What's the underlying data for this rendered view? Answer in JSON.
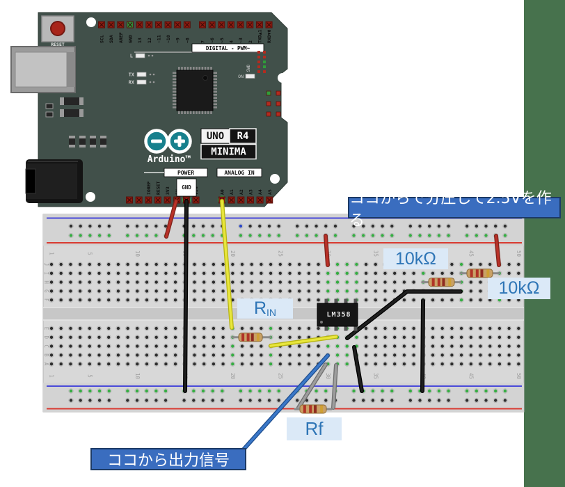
{
  "annotations": {
    "divider": {
      "text": "ココからで分圧して2.5Vを作る"
    },
    "output": {
      "text": "ココから出力信号"
    },
    "r_in": {
      "main": "R",
      "sub": "IN"
    },
    "r10k_top": {
      "text": "10kΩ"
    },
    "r10k_bottom": {
      "text": "10kΩ"
    },
    "rf": {
      "text": "Rf"
    }
  },
  "arduino": {
    "brand": "Arduino™",
    "badge": {
      "uno": "UNO",
      "r4": "R4",
      "minima": "MINIMA"
    },
    "reset_label": "RESET",
    "digital_label": "DIGITAL  -  PWM~",
    "power_label": "POWER",
    "analog_label": "ANALOG IN",
    "gnd_label": "GND",
    "on_label": "ON",
    "swd_label": "SWD",
    "led_l": "L",
    "led_tx": "TX",
    "led_rx": "RX",
    "top_pins": [
      "SCL",
      "SDA",
      "AREF",
      "GND",
      "13",
      "12",
      "~11",
      "~10",
      "~9",
      "~8",
      "7",
      "~6",
      "~5",
      "4",
      "~3",
      "2",
      "TXD▲1",
      "RXD▼0"
    ],
    "power_pins": [
      "IOREF",
      "RESET",
      "3V3",
      "5V",
      "GND",
      "VIN"
    ],
    "analog_pins": [
      "A0",
      "A1",
      "A2",
      "A3",
      "A4",
      "A5"
    ]
  },
  "breadboard": {
    "row_letters_top": [
      "J",
      "I",
      "H",
      "G",
      "F"
    ],
    "row_letters_bottom": [
      "E",
      "D",
      "C",
      "B",
      "A"
    ],
    "column_numbers": [
      "1",
      "5",
      "10",
      "15",
      "20",
      "25",
      "30",
      "35",
      "40",
      "45",
      "50"
    ],
    "ic_label": "LM358"
  },
  "colors": {
    "sidebar_green": "#47724d",
    "note_fill": "#3a6dbf",
    "note_border": "#1c3a66",
    "note_text": "#ffffff",
    "chip_fill": "#dbe9f7",
    "chip_text": "#2e75b6",
    "pcb_green": "#41504a",
    "logo_teal": "#17808d",
    "breadboard_body": "#d8d8d8",
    "hole_green": "#35ad42",
    "hole_blue": "#2a46c8",
    "rail_red": "#d93a31",
    "rail_blue": "#4a4ad9",
    "wire_red": "#b93128",
    "wire_black": "#1f1f1f",
    "wire_yellow": "#e8e63c",
    "wire_blue": "#3a78c9",
    "wire_gray": "#9d9d9d",
    "resistor_body": "#c9a166",
    "ic_black": "#161616"
  }
}
